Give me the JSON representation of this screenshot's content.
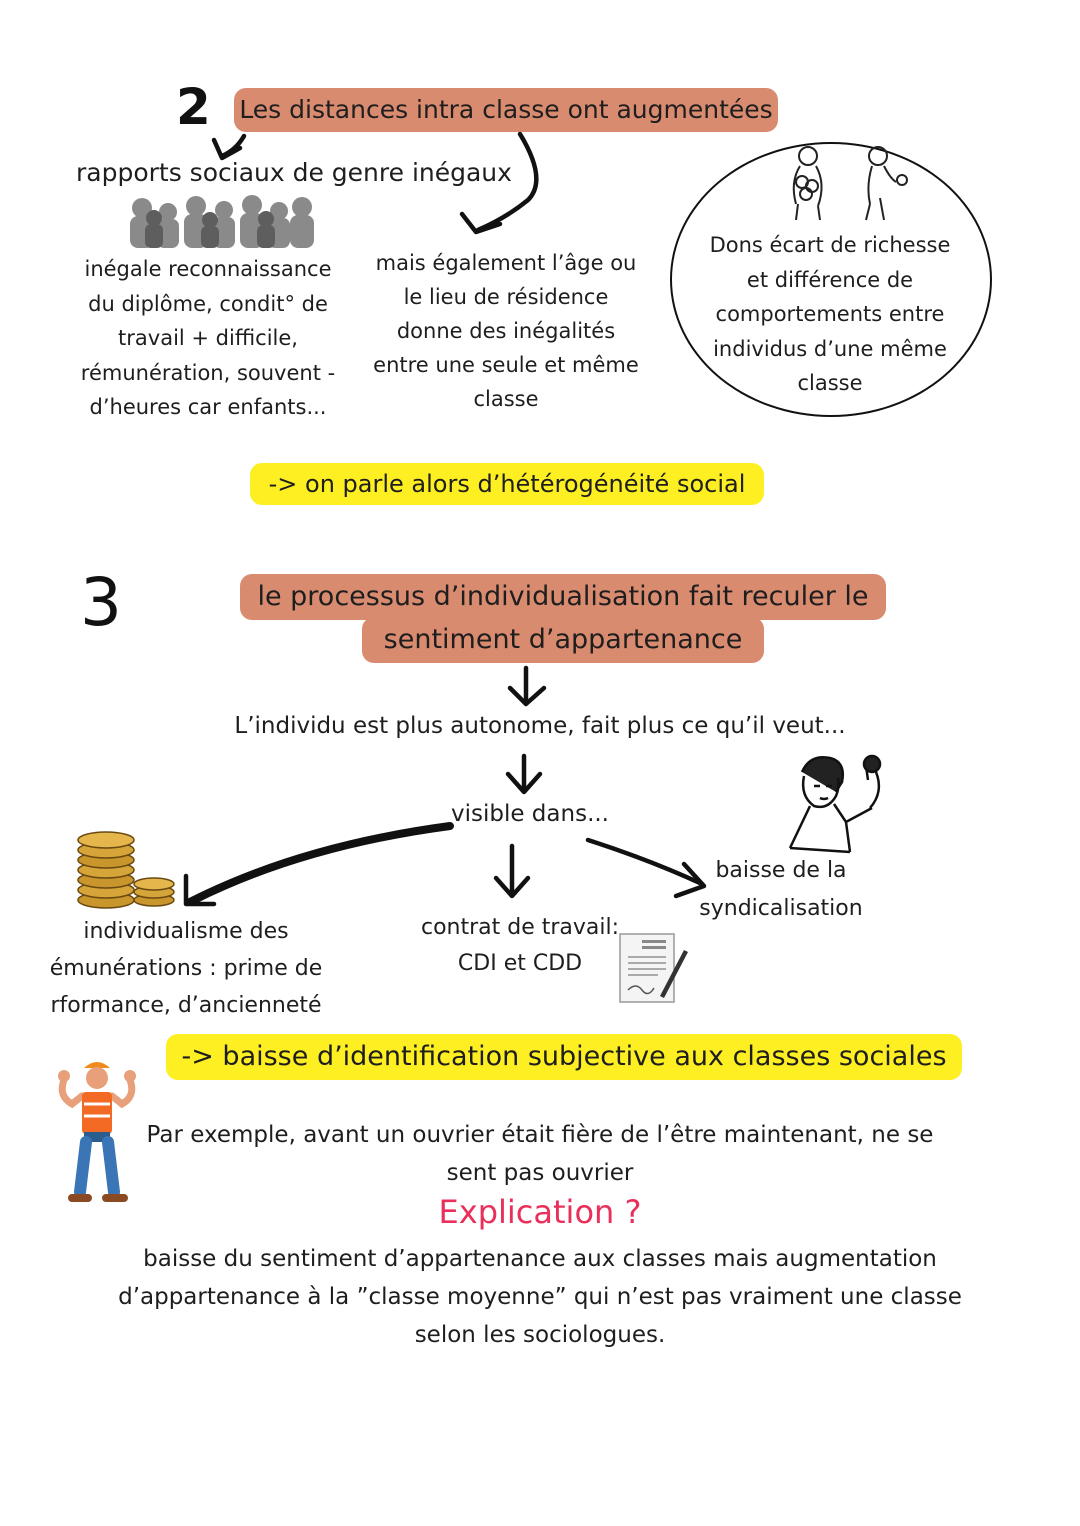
{
  "section2": {
    "number": "2",
    "title": "Les distances intra classe ont augmentées",
    "left_heading": "rapports sociaux de genre inégaux",
    "left_text": [
      "inégale reconnaissance",
      "du diplôme, condit° de",
      "travail + difficile,",
      "rémunération, souvent -",
      "d’heures car enfants..."
    ],
    "middle_text": [
      "mais également l’âge ou",
      "le lieu de résidence",
      "donne des inégalités",
      "entre une seule et même",
      "classe"
    ],
    "circle_text": [
      "Dons écart de richesse",
      "et différence de",
      "comportements entre",
      "individus d’une même",
      "classe"
    ],
    "conclusion": "-> on parle alors d’hétérogénéité social"
  },
  "section3": {
    "number": "3",
    "title_lines": [
      "le processus d’individualisation fait reculer le",
      "sentiment d’appartenance"
    ],
    "step1": "L’individu est plus autonome, fait plus ce qu’il veut...",
    "step2": "visible dans...",
    "branch_left": [
      "individualisme des",
      "émunérations : prime de",
      "rformance, d’ancienneté"
    ],
    "branch_middle": [
      "contrat de travail:",
      "CDI et CDD"
    ],
    "branch_right": [
      "baisse de la",
      "syndicalisation"
    ],
    "conclusion": "-> baisse d’identification subjective aux classes sociales",
    "example": [
      "Par exemple, avant un ouvrier était fière de l’être maintenant, ne se",
      "sent pas ouvrier"
    ],
    "explication_label": "Explication ?",
    "explication_text": [
      "baisse du sentiment d’appartenance aux classes mais augmentation",
      "d’appartenance à la  ”classe moyenne”  qui n’est pas vraiment une classe",
      "selon les sociologues."
    ]
  },
  "colors": {
    "salmon": "#d98b70",
    "highlight_yellow": "#fdef22",
    "explication_pink": "#e8305a"
  }
}
